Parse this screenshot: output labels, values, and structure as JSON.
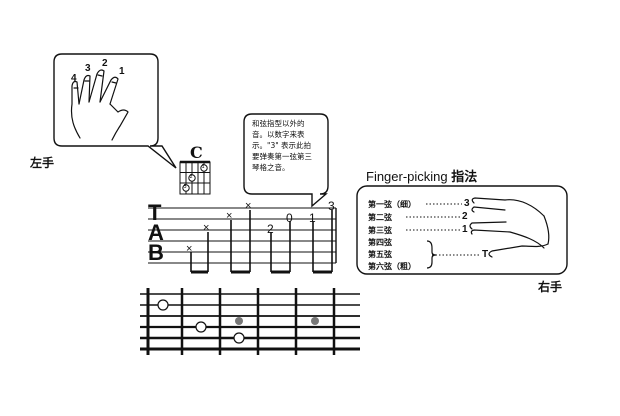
{
  "left_hand": {
    "caption": "左手",
    "finger_numbers": [
      "4",
      "3",
      "2",
      "1"
    ]
  },
  "chord": {
    "name": "C",
    "fingering_numbers": [
      "1",
      "2",
      "3"
    ]
  },
  "note_bubble": {
    "text": "和弦指型以外的音。以数字来表示。\"3\" 表示此拍要弹奏第一弦第三琴格之音。"
  },
  "tab": {
    "letters": [
      "T",
      "A",
      "B"
    ],
    "fret_numbers": [
      "2",
      "0",
      "1",
      "3"
    ],
    "muted_symbol": "×"
  },
  "finger_picking": {
    "title_en": "Finger-picking",
    "title_cn": "指法",
    "strings": [
      "第一弦（细）",
      "第二弦",
      "第三弦",
      "第四弦",
      "第五弦",
      "第六弦（粗）"
    ],
    "fingers": [
      "3",
      "2",
      "1",
      "T"
    ],
    "caption": "右手"
  }
}
